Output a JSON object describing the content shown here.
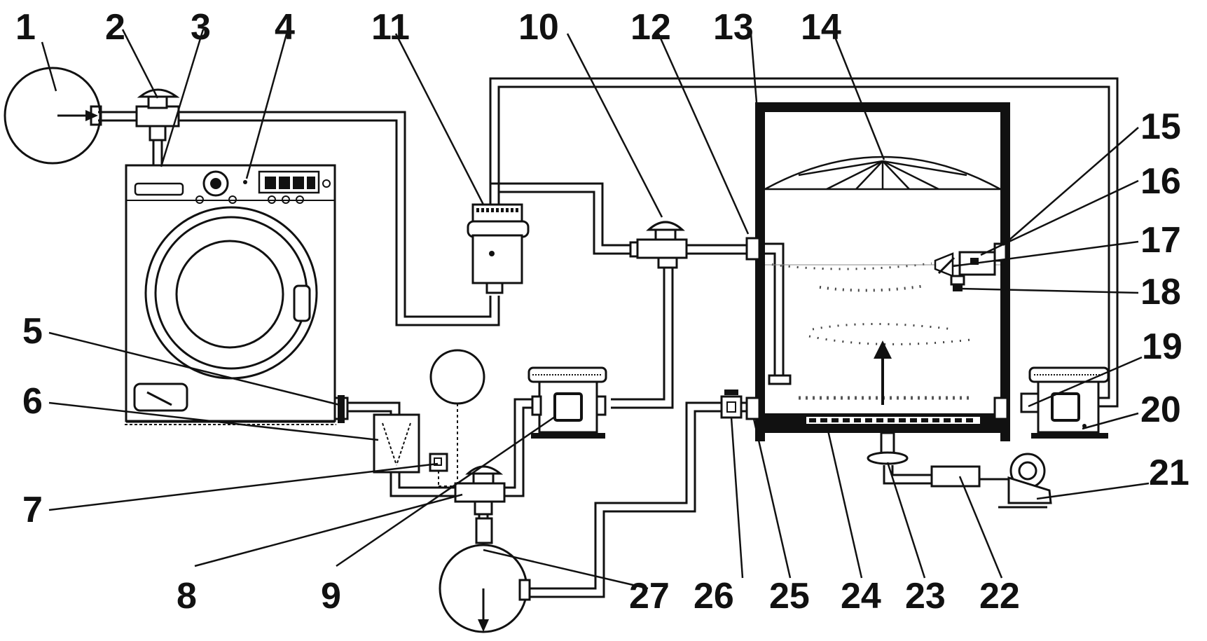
{
  "diagram": {
    "part_labels": [
      "1",
      "2",
      "3",
      "4",
      "5",
      "6",
      "7",
      "8",
      "9",
      "10",
      "11",
      "12",
      "13",
      "14",
      "15",
      "16",
      "17",
      "18",
      "19",
      "20",
      "21",
      "22",
      "23",
      "24",
      "25",
      "26",
      "27"
    ]
  },
  "colors": {
    "line": "#111111",
    "background": "#ffffff"
  }
}
